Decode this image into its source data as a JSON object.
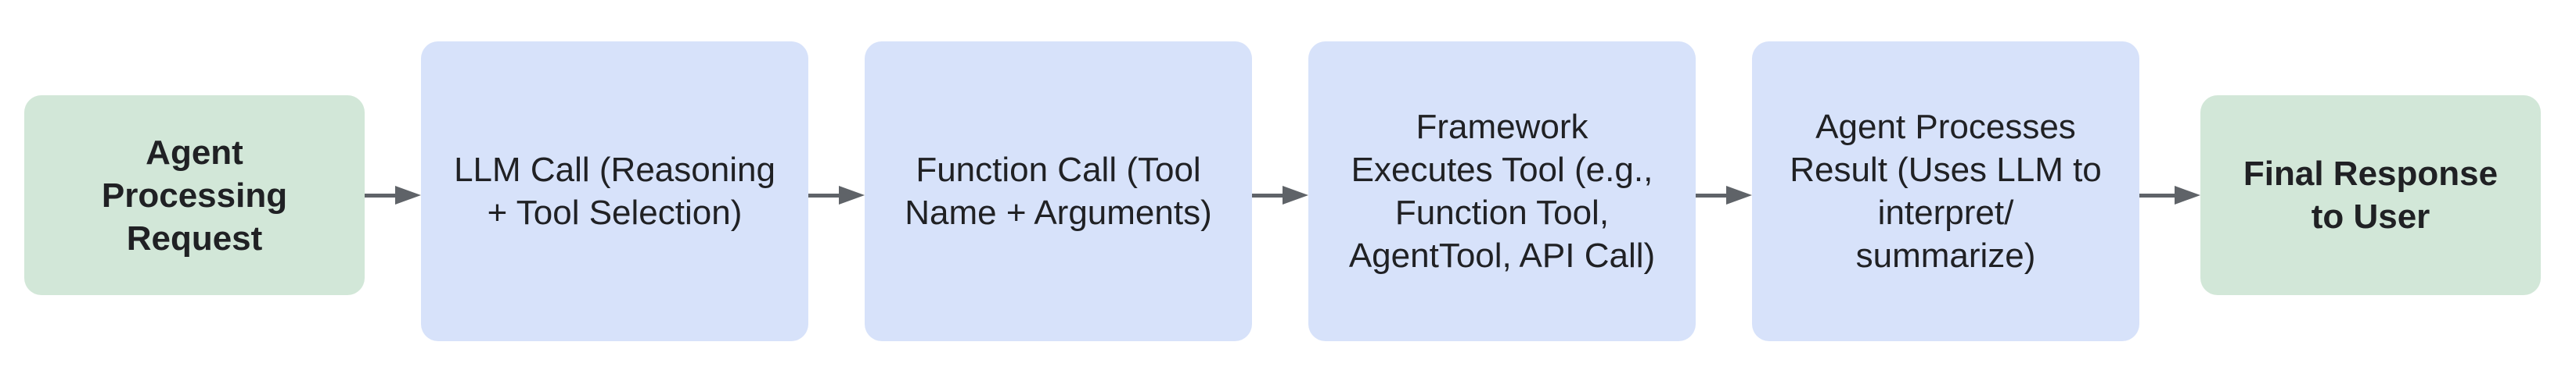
{
  "diagram": {
    "type": "flowchart",
    "direction": "left-to-right",
    "colors": {
      "background": "#FFFFFF",
      "terminal_bg": "#D2E7D8",
      "process_bg": "#D7E2FA",
      "text": "#202124",
      "arrow": "#5F6368"
    },
    "nodes": [
      {
        "id": "agent-processing-request",
        "kind": "terminal",
        "label": "Agent\nProcessing\nRequest"
      },
      {
        "id": "llm-call",
        "kind": "process",
        "label": "LLM Call (Reasoning\n+ Tool Selection)"
      },
      {
        "id": "function-call",
        "kind": "process",
        "label": "Function Call (Tool\nName + Arguments)"
      },
      {
        "id": "framework-executes-tool",
        "kind": "process",
        "label": "Framework\nExecutes Tool (e.g.,\nFunction Tool,\nAgentTool, API Call)"
      },
      {
        "id": "agent-processes-result",
        "kind": "process",
        "label": "Agent Processes\nResult (Uses LLM to\ninterpret/\nsummarize)"
      },
      {
        "id": "final-response-to-user",
        "kind": "terminal",
        "label": "Final Response\nto User"
      }
    ],
    "edges": [
      {
        "from": "agent-processing-request",
        "to": "llm-call"
      },
      {
        "from": "llm-call",
        "to": "function-call"
      },
      {
        "from": "function-call",
        "to": "framework-executes-tool"
      },
      {
        "from": "framework-executes-tool",
        "to": "agent-processes-result"
      },
      {
        "from": "agent-processes-result",
        "to": "final-response-to-user"
      }
    ]
  }
}
